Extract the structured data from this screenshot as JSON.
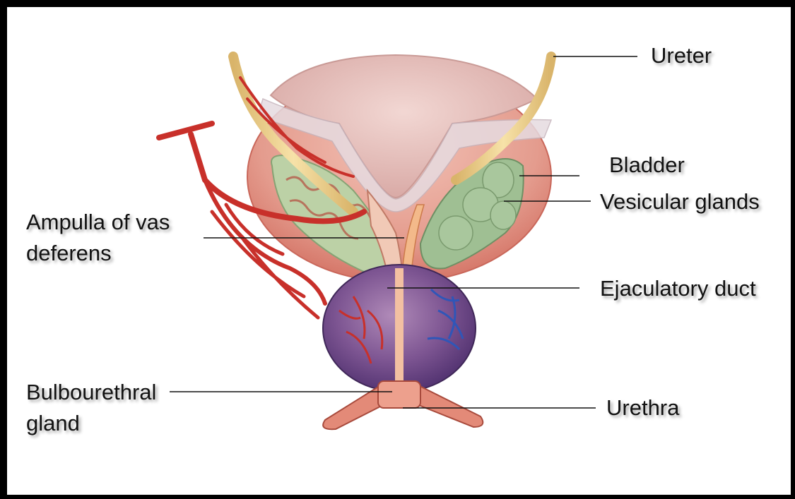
{
  "labels": {
    "ureter": "Ureter",
    "bladder": "Bladder",
    "vesicular_glands": "Vesicular glands",
    "ampulla_line1": "Ampulla of vas",
    "ampulla_line2": "deferens",
    "ejaculatory_duct": "Ejaculatory duct",
    "bulbourethral_line1": "Bulbourethral",
    "bulbourethral_line2": "gland",
    "urethra": "Urethra"
  },
  "colors": {
    "frame": "#000000",
    "bladder": "#e8a59a",
    "bladder_top": "#e9c6c3",
    "peritoneum": "#ddd2d8",
    "ureter": "#efd28e",
    "vesicular_gland": "#bcd2a8",
    "prostate": "#7a4f8a",
    "artery": "#c8302a",
    "vein": "#2f56b8",
    "leader_line": "#111111"
  }
}
